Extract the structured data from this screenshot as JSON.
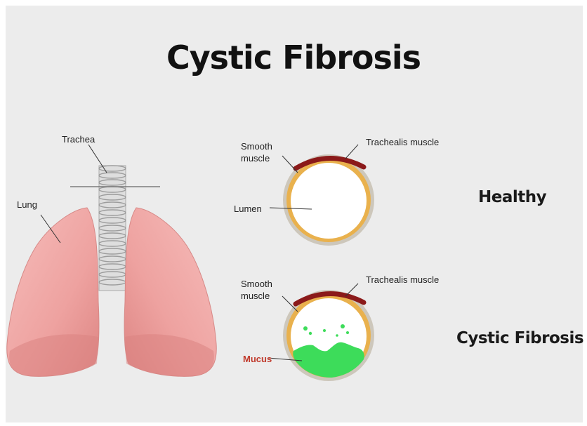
{
  "title": "Cystic Fibrosis",
  "labels": {
    "trachea": "Trachea",
    "lung": "Lung",
    "smooth_muscle": "Smooth\nmuscle",
    "trachealis_muscle": "Trachealis muscle",
    "lumen": "Lumen",
    "mucus": "Mucus"
  },
  "conditions": {
    "healthy": "Healthy",
    "cystic_fibrosis": "Cystic Fibrosis"
  },
  "colors": {
    "background": "#ececec",
    "lung": "#f0a8a6",
    "lung_dark": "#df8583",
    "muscle_band": "#8b1a1a",
    "tissue": "#e6b04e",
    "mucus": "#3ddc5a",
    "mucus_label": "#c0392b"
  }
}
